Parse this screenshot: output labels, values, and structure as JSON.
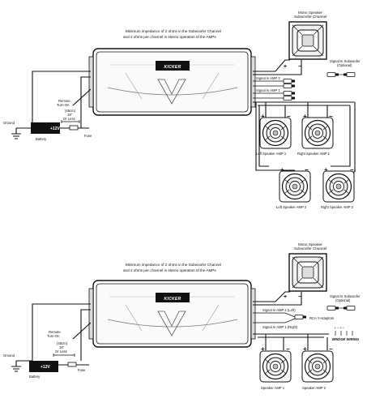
{
  "diagram1": {
    "note": "Minimum impedance of 2 ohms in the Subwoofer Channel and 2 ohms per channel in stereo operation of the AMPs",
    "note_line1": "Minimum impedance of 2 ohms in the Subwoofer Channel",
    "note_line2": "and 2 ohms per channel in stereo operation of the AMPs",
    "brand": "KICKER",
    "mono_title_line1": "Mono Speaker",
    "mono_title_line2": "Subwoofer Channel",
    "signal_sub_line1": "Signal In Subwoofer",
    "signal_sub_line2": "(Optional)",
    "signal_amp2": "Signal In AMP 2",
    "signal_amp1": "Signal In AMP 1",
    "remote_line1": "Remote",
    "remote_line2": "Turn-On",
    "ground": "Ground",
    "battery": "Battery",
    "voltage": "+12V",
    "fuse": "Fuse",
    "dist_line1": "(45cm)",
    "dist_line2": "18\"",
    "dist_line3": "Or Less",
    "left_amp1": "Left Speaker AMP 1",
    "right_amp1": "Right Speaker AMP 1",
    "left_amp2": "Left Speaker AMP 2",
    "right_amp2": "Right Speaker AMP 2",
    "plus": "+",
    "minus": "−"
  },
  "diagram2": {
    "note_line1": "Minimum impedance of 2 ohms in the Subwoofer Channel",
    "note_line2": "and 2 ohms per channel in stereo operation of the AMPs",
    "brand": "KICKER",
    "mono_title_line1": "Mono Speaker",
    "mono_title_line2": "Subwoofer Channel",
    "signal_sub_line1": "Signal In Subwoofer",
    "signal_sub_line2": "(Optional)",
    "signal_amp2": "Signal In AMP 2 (Left)",
    "signal_amp1": "Signal In AMP 1 (Right)",
    "rca": "RCA Y-Adaptors",
    "bridge": "BRIDGE WIRING",
    "remote_line1": "Remote",
    "remote_line2": "Turn-On",
    "ground": "Ground",
    "battery": "Battery",
    "voltage": "+12V",
    "fuse": "Fuse",
    "dist_line1": "(45cm)",
    "dist_line2": "18\"",
    "dist_line3": "Or Less",
    "speaker_amp1": "Speaker AMP 1",
    "speaker_amp2": "Speaker AMP 2",
    "plus": "+",
    "minus": "−"
  }
}
